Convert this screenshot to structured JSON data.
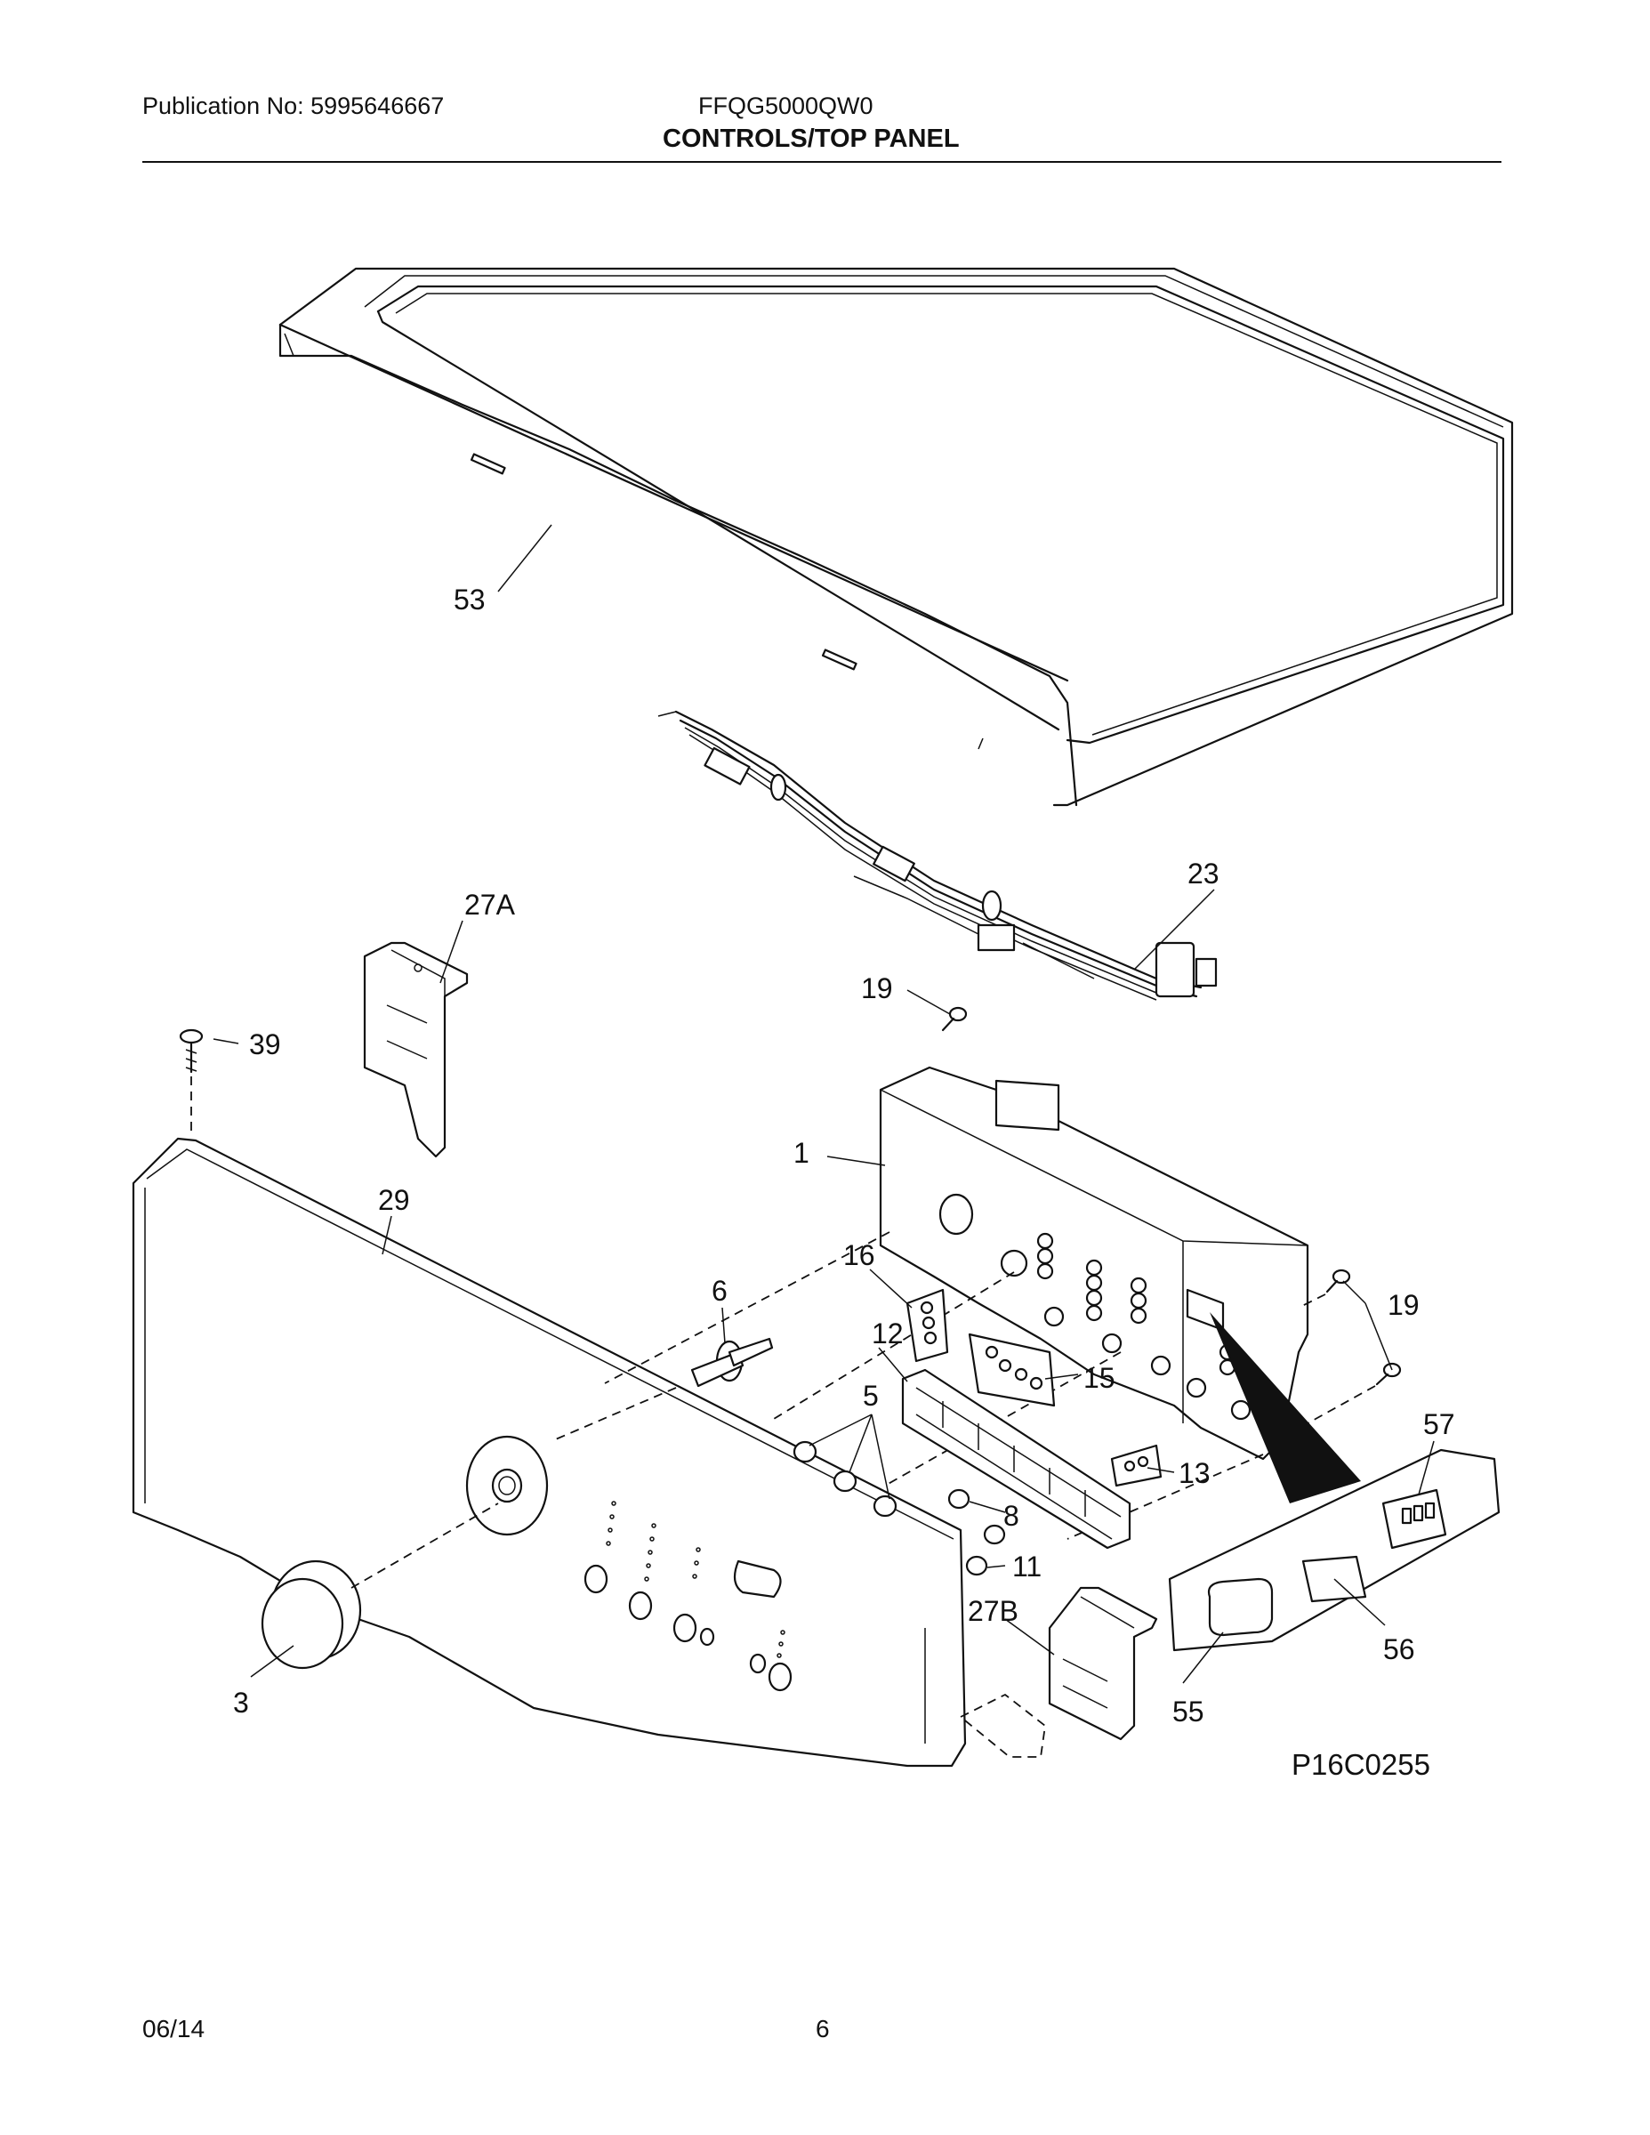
{
  "header": {
    "publication": "Publication No: 5995646667",
    "model": "FFQG5000QW0",
    "section_title": "CONTROLS/TOP PANEL"
  },
  "footer": {
    "date": "06/14",
    "page": "6"
  },
  "diagram": {
    "code": "P16C0255",
    "callouts": {
      "c53": "53",
      "c23": "23",
      "c27a": "27A",
      "c19a": "19",
      "c39": "39",
      "c1": "1",
      "c29": "29",
      "c16": "16",
      "c6": "6",
      "c19b": "19",
      "c12": "12",
      "c15": "15",
      "c5": "5",
      "c57": "57",
      "c13": "13",
      "c8": "8",
      "c11": "11",
      "c27b": "27B",
      "c56": "56",
      "c3": "3",
      "c55": "55"
    }
  }
}
